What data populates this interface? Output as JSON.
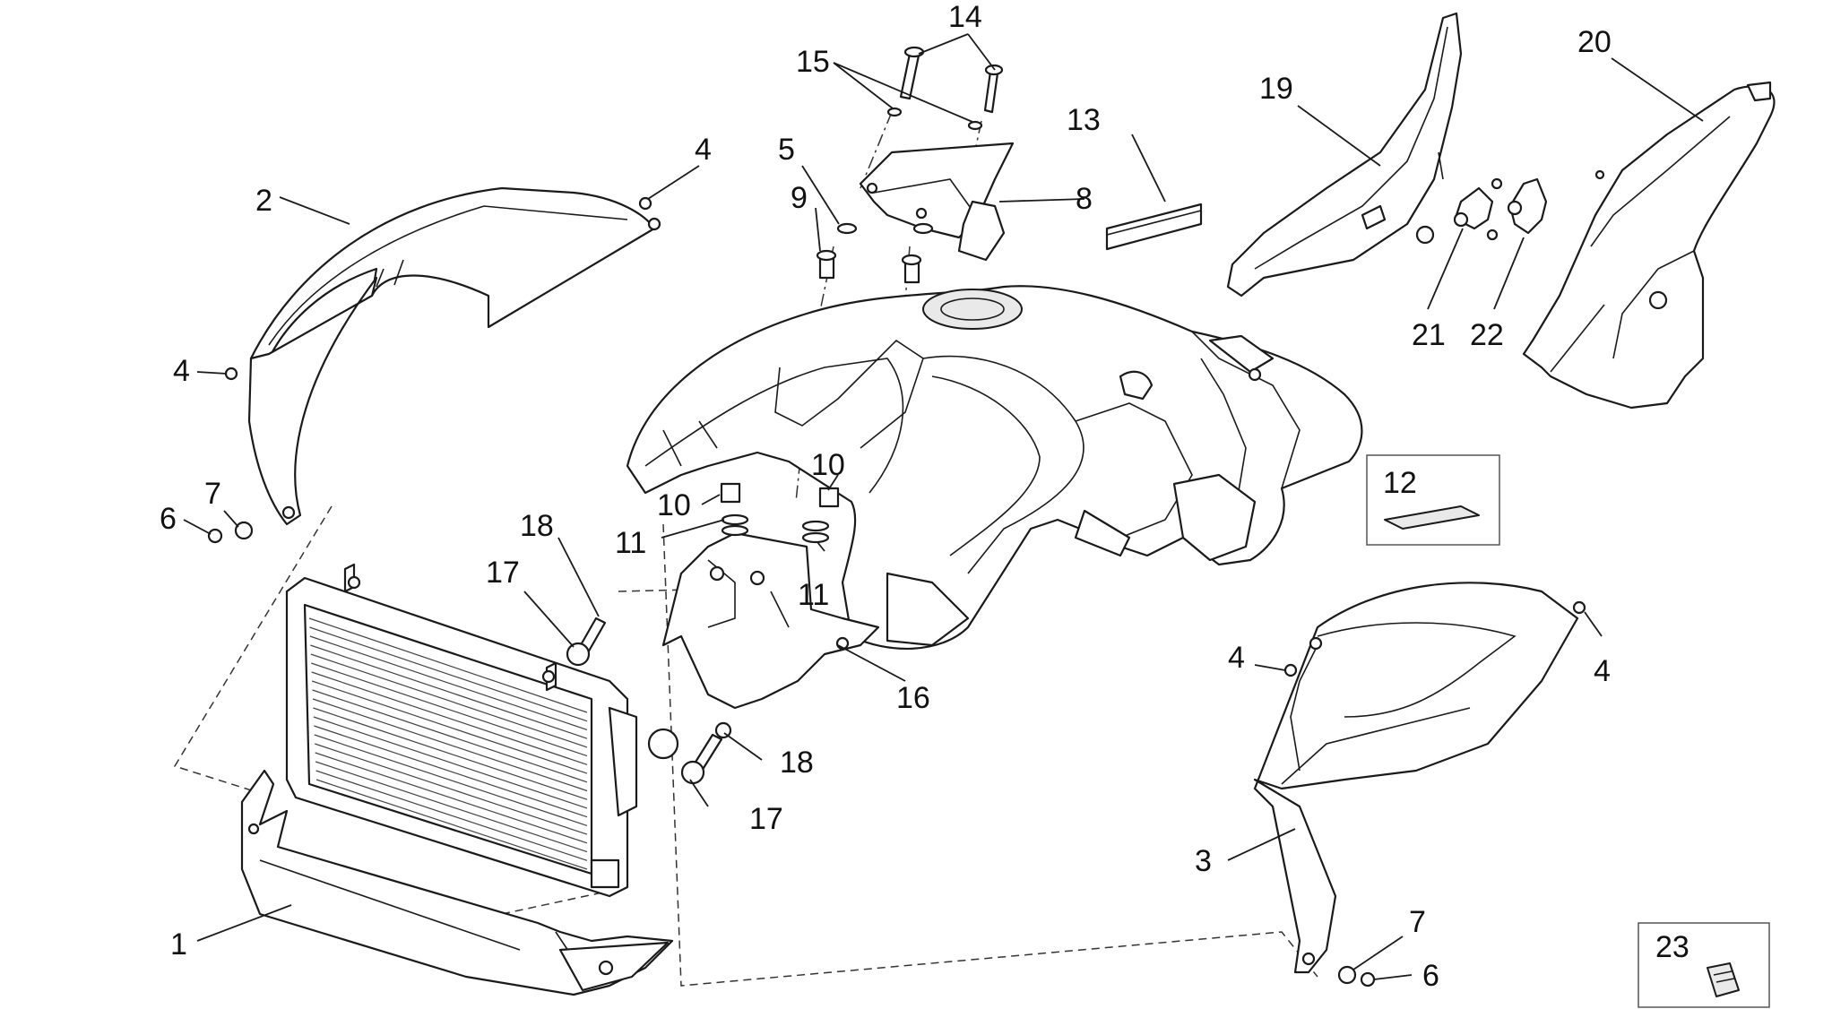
{
  "callouts": {
    "c1": "1",
    "c2": "2",
    "c3": "3",
    "c4a": "4",
    "c4b": "4",
    "c4c": "4",
    "c4d": "4",
    "c5": "5",
    "c6a": "6",
    "c6b": "6",
    "c7a": "7",
    "c7b": "7",
    "c8": "8",
    "c9": "9",
    "c10a": "10",
    "c10b": "10",
    "c11a": "11",
    "c11b": "11",
    "c12": "12",
    "c13": "13",
    "c14": "14",
    "c15": "15",
    "c16": "16",
    "c17a": "17",
    "c17b": "17",
    "c18a": "18",
    "c18b": "18",
    "c19": "19",
    "c20": "20",
    "c21": "21",
    "c22": "22",
    "c23": "23"
  }
}
